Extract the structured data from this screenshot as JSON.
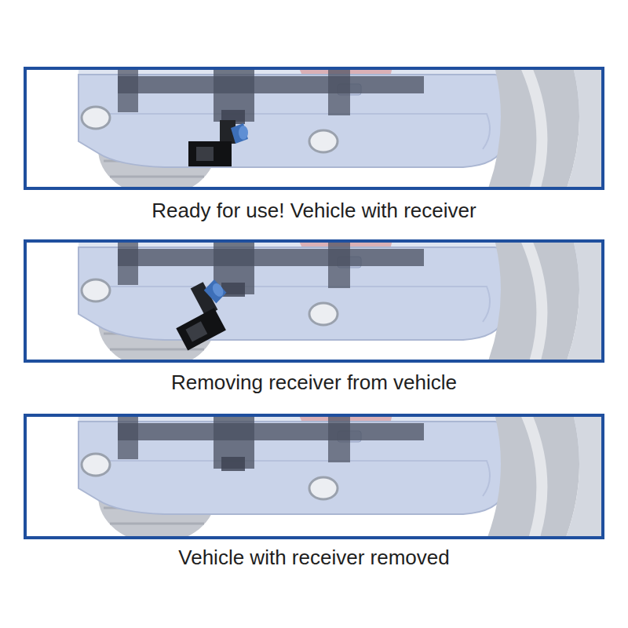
{
  "diagram": {
    "nodes": [
      {
        "text": [
          "Ready for use! Vehicle with receiver"
        ]
      },
      {
        "text": [
          "Removing receiver from vehicle"
        ]
      },
      {
        "text": [
          "Vehicle with receiver removed"
        ]
      }
    ]
  }
}
